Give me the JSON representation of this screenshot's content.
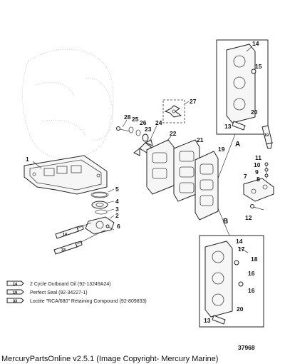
{
  "figure_number": "37968",
  "footer_text": "MercuryPartsOnline v2.5.1 (Image Copyright- Mercury Marine)",
  "section_labels": {
    "a": "A",
    "b": "B"
  },
  "callouts": {
    "c1": "1",
    "c2": "2",
    "c3": "3",
    "c4": "4",
    "c5": "5",
    "c6": "6",
    "c7": "7",
    "c8": "8",
    "c9": "9",
    "c10": "10",
    "c11": "11",
    "c12": "12",
    "c13_top": "13",
    "c14_top": "14",
    "c15": "15",
    "c20_top": "20",
    "c19": "19",
    "c21": "21",
    "c22": "22",
    "c23": "23",
    "c24": "24",
    "c25": "25",
    "c26": "26",
    "c27": "27",
    "c28": "28",
    "c13_bot": "13",
    "c14_bot": "14",
    "c16_a": "16",
    "c16_b": "16",
    "c17": "17",
    "c18": "18",
    "c20_bot": "20"
  },
  "legend": [
    {
      "code": "14",
      "text": "2 Cycle Outboard Oil (92-13249A24)"
    },
    {
      "code": "19",
      "text": "Perfect Seal (92-34227-1)"
    },
    {
      "code": "33",
      "text": "Loctite \"RCA/680\" Retaining Compound (92-809833)"
    }
  ],
  "tube_labels": {
    "left_upper": "14",
    "left_lower": "33",
    "right": "19"
  }
}
